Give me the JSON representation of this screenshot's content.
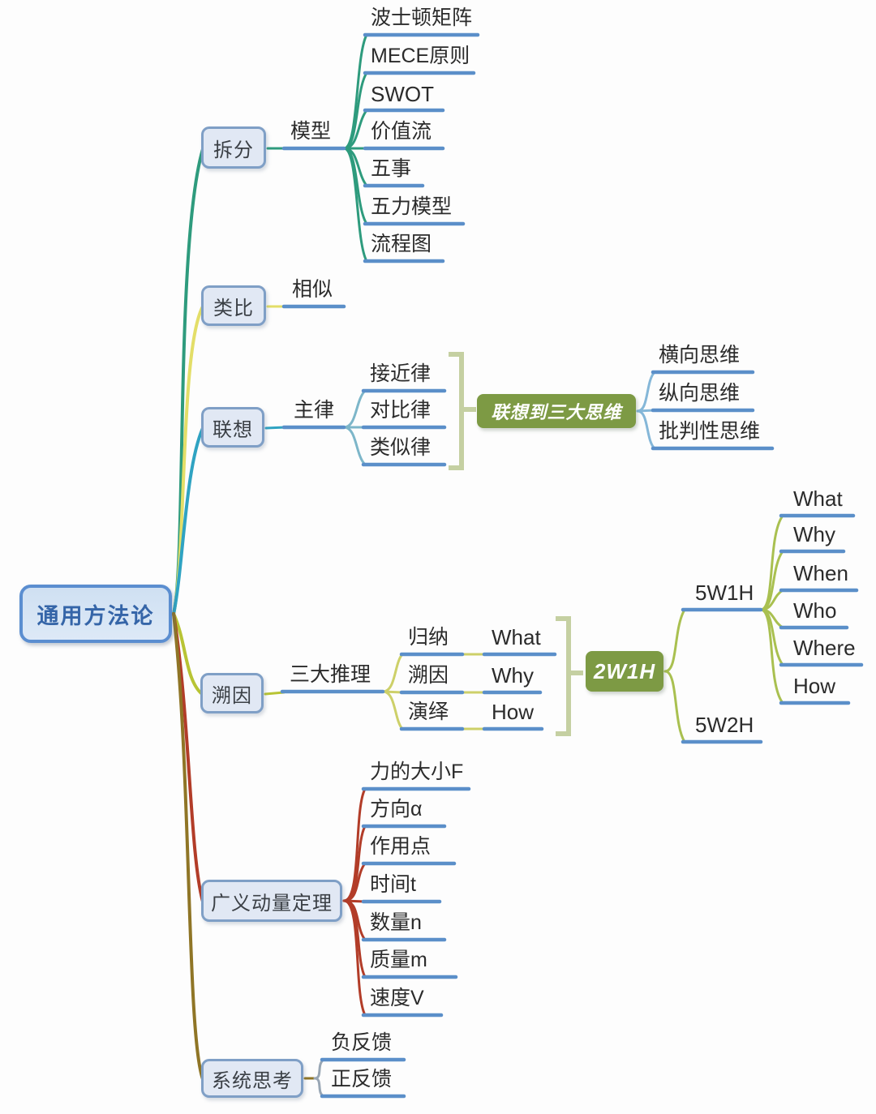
{
  "central": {
    "label": "通用方法论"
  },
  "split": {
    "label": "拆分",
    "group": "模型",
    "leaves": [
      "波士顿矩阵",
      "MECE原则",
      "SWOT",
      "价值流",
      "五事",
      "五力模型",
      "流程图"
    ]
  },
  "analogy": {
    "label": "类比",
    "leaves": [
      "相似"
    ]
  },
  "association": {
    "label": "联想",
    "group": "主律",
    "laws": [
      "接近律",
      "对比律",
      "类似律"
    ],
    "callout": "联想到三大思维",
    "thinking": [
      "横向思维",
      "纵向思维",
      "批判性思维"
    ]
  },
  "abduction": {
    "label": "溯因",
    "group": "三大推理",
    "rows": [
      {
        "cn": "归纳",
        "en": "What"
      },
      {
        "cn": "溯因",
        "en": "Why"
      },
      {
        "cn": "演绎",
        "en": "How"
      }
    ],
    "callout": "2W1H",
    "w1h": {
      "label": "5W1H",
      "leaves": [
        "What",
        "Why",
        "When",
        "Who",
        "Where",
        "How"
      ]
    },
    "w2h": {
      "label": "5W2H"
    }
  },
  "momentum": {
    "label": "广义动量定理",
    "leaves": [
      "力的大小F",
      "方向α",
      "作用点",
      "时间t",
      "数量n",
      "质量m",
      "速度V"
    ]
  },
  "systems": {
    "label": "系统思考",
    "leaves": [
      "负反馈",
      "正反馈"
    ]
  },
  "colors": {
    "background": "#fdfdfd",
    "node_fill": "#e1e8f4",
    "node_border": "#7f9fc6",
    "central_border": "#5b8ed0",
    "central_text": "#3565a8",
    "underline": "#5b8fc9",
    "callout_fill": "#7d9a44",
    "callout_text": "#ffffff",
    "bracket": "#c5d0a2",
    "branch_split": "#2e9b7d",
    "branch_analogy": "#e3de68",
    "branch_association": "#2fa3c2",
    "association_fan": "#7db6c9",
    "callout_fan": "#85b7d8",
    "branch_abduction": "#b8c434",
    "abduction_fan": "#cdd069",
    "w1h_fan": "#a9c050",
    "branch_momentum": "#b23c28",
    "branch_systems": "#8f7526",
    "systems_fan": "#98a6b4"
  }
}
